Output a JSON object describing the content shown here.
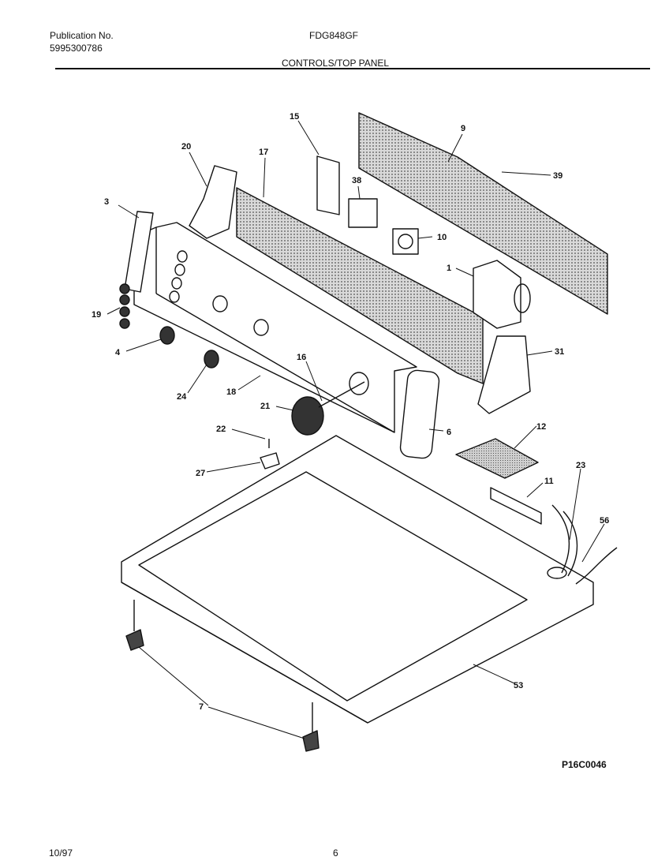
{
  "header": {
    "pub_label": "Publication No.",
    "pub_number": "5995300786",
    "model": "FDG848GF",
    "section_title": "CONTROLS/TOP PANEL"
  },
  "diagram": {
    "code": "P16C0046",
    "callouts": {
      "c9": "9",
      "c39": "39",
      "c15": "15",
      "c20": "20",
      "c17": "17",
      "c38": "38",
      "c10": "10",
      "c3": "3",
      "c1": "1",
      "c19": "19",
      "c31": "31",
      "c4": "4",
      "c16": "16",
      "c24": "24",
      "c18": "18",
      "c21": "21",
      "c6": "6",
      "c12": "12",
      "c22": "22",
      "c27": "27",
      "c23": "23",
      "c11": "11",
      "c56": "56",
      "c53": "53",
      "c7": "7"
    }
  },
  "footer": {
    "date": "10/97",
    "page": "6"
  }
}
